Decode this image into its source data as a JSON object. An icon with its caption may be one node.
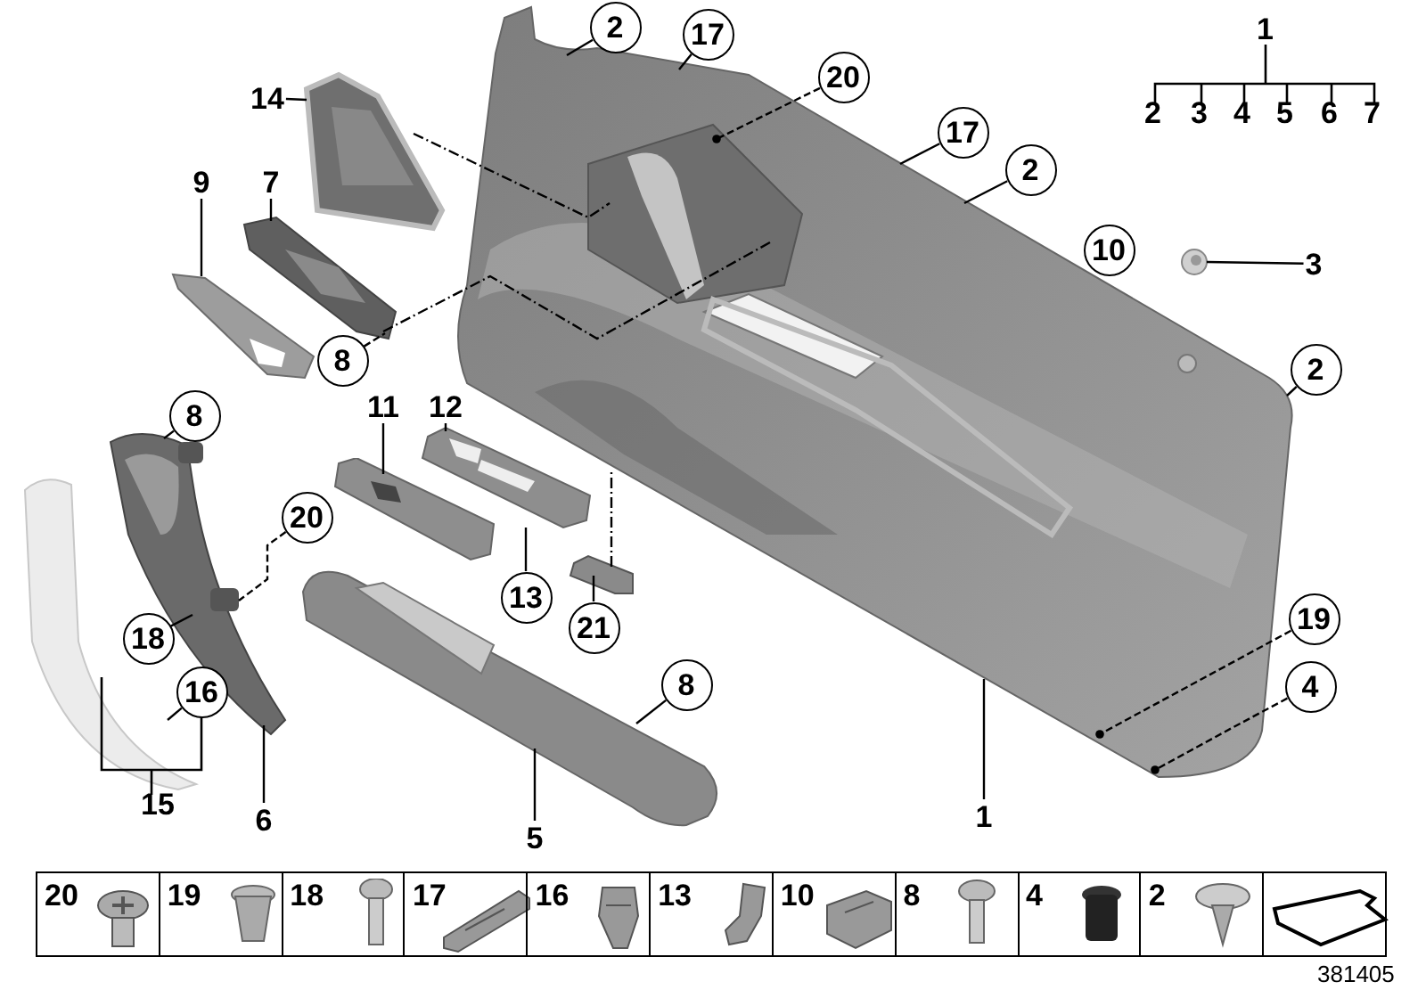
{
  "diagram": {
    "nodes": [
      {
        "text": [
          "2"
        ]
      },
      {
        "text": [
          "17"
        ]
      },
      {
        "text": [
          "20"
        ]
      },
      {
        "text": [
          "14"
        ]
      },
      {
        "text": [
          "17"
        ]
      },
      {
        "text": [
          "2"
        ]
      },
      {
        "text": [
          "9"
        ]
      },
      {
        "text": [
          "7"
        ]
      },
      {
        "text": [
          "3"
        ]
      },
      {
        "text": [
          "8"
        ]
      },
      {
        "text": [
          "2"
        ]
      },
      {
        "text": [
          "8"
        ]
      },
      {
        "text": [
          "11"
        ]
      },
      {
        "text": [
          "12"
        ]
      },
      {
        "text": [
          "20"
        ]
      },
      {
        "text": [
          "13"
        ]
      },
      {
        "text": [
          "21"
        ]
      },
      {
        "text": [
          "19"
        ]
      },
      {
        "text": [
          "18"
        ]
      },
      {
        "text": [
          "8"
        ]
      },
      {
        "text": [
          "4"
        ]
      },
      {
        "text": [
          "16"
        ]
      },
      {
        "text": [
          "6"
        ]
      },
      {
        "text": [
          "5"
        ]
      },
      {
        "text": [
          "1"
        ]
      },
      {
        "text": [],
        "shape": "picture"
      },
      {
        "text": [],
        "shape": "picture"
      },
      {
        "text": [],
        "shape": "picture"
      },
      {
        "text": [],
        "shape": "picture"
      },
      {
        "text": [],
        "shape": "picture"
      },
      {
        "text": [],
        "shape": "picture"
      },
      {
        "text": [],
        "shape": "picture"
      },
      {
        "text": [],
        "shape": "picture"
      },
      {
        "text": [],
        "shape": "picture"
      },
      {
        "text": [],
        "shape": "picture"
      },
      {
        "text": [],
        "shape": "picture"
      }
    ],
    "edges": [
      {
        "from": 0,
        "to": 25,
        "arrow": "none"
      },
      {
        "from": 1,
        "to": 25,
        "arrow": "none"
      },
      {
        "from": 2,
        "to": 25,
        "arrow": "other",
        "style": "dashed"
      },
      {
        "from": 3,
        "to": 26,
        "arrow": "none"
      },
      {
        "from": 4,
        "to": 25,
        "arrow": "none"
      },
      {
        "from": 5,
        "to": 25,
        "arrow": "none"
      },
      {
        "from": 6,
        "to": 27,
        "arrow": "none"
      },
      {
        "from": 7,
        "to": 28,
        "arrow": "none"
      },
      {
        "from": 8,
        "to": 35,
        "arrow": "none"
      },
      {
        "from": 9,
        "to": 28,
        "arrow": "none",
        "style": "dashed"
      },
      {
        "from": 10,
        "to": 25,
        "arrow": "none"
      },
      {
        "from": 11,
        "to": 29,
        "arrow": "none"
      },
      {
        "from": 12,
        "to": 31,
        "arrow": "none"
      },
      {
        "from": 13,
        "to": 32,
        "arrow": "none"
      },
      {
        "from": 14,
        "to": 29,
        "arrow": "none",
        "style": "dashed"
      },
      {
        "from": 15,
        "to": 32,
        "arrow": "none"
      },
      {
        "from": 16,
        "to": 34,
        "arrow": "none"
      },
      {
        "from": 17,
        "to": 25,
        "arrow": "other",
        "style": "dashed"
      },
      {
        "from": 18,
        "to": 29,
        "arrow": "none"
      },
      {
        "from": 19,
        "to": 33,
        "arrow": "none"
      },
      {
        "from": 20,
        "to": 25,
        "arrow": "other",
        "style": "dashed"
      },
      {
        "from": 21,
        "to": 30,
        "arrow": "none"
      },
      {
        "from": 22,
        "to": 29,
        "arrow": "none"
      },
      {
        "from": 23,
        "to": 33,
        "arrow": "none"
      },
      {
        "from": 24,
        "to": 25,
        "arrow": "none"
      },
      {
        "from": 26,
        "to": 25,
        "arrow": "none",
        "style": "dashed"
      },
      {
        "from": 28,
        "to": 25,
        "arrow": "none",
        "style": "dashed"
      },
      {
        "from": 34,
        "to": 25,
        "arrow": "none",
        "style": "dashed"
      }
    ],
    "labels": [
      "1",
      "2",
      "3",
      "4",
      "5",
      "6",
      "7",
      "10",
      "15",
      "20",
      "19",
      "18",
      "17",
      "16",
      "13",
      "10",
      "8",
      "4",
      "2",
      "381405"
    ]
  }
}
